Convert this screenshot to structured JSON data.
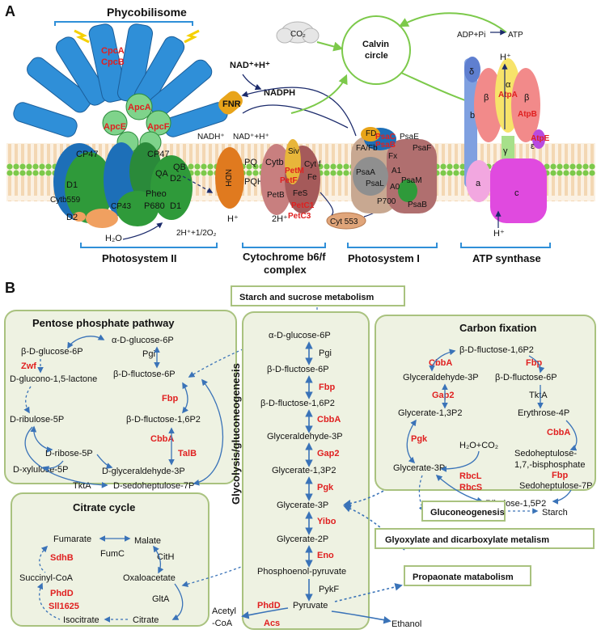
{
  "panel_a": {
    "letter": "A",
    "phycobilisome": "Phycobilisome",
    "cpcA": "CpcA",
    "cpcB": "CpcB",
    "apcA": "ApcA",
    "apcE": "ApcE",
    "apcF": "ApcF",
    "co2": "CO₂",
    "calvin": "Calvin",
    "circle": "circle",
    "adp": "ADP+Pi",
    "atp": "ATP",
    "nadp_h": "NAD⁺+H⁺",
    "fnr": "FNR",
    "nadph": "NADPH",
    "nadh": "NADH⁺",
    "nad_h2": "NAD⁺+H⁺",
    "cp47a": "CP47",
    "cp47b": "CP47",
    "qb": "QB",
    "qa": "QA",
    "d2a": "D2",
    "d1a": "D1",
    "d1b": "D1",
    "d2b": "D2",
    "cytb559": "Cytb559",
    "cp43": "CP43",
    "pheo": "Pheo",
    "p680": "P680",
    "ndh": "NDH",
    "pq": "PQ",
    "pqh2": "PQH2",
    "cytb": "Cytb",
    "siv": "Siv",
    "petm": "PetM",
    "petf": "PetF",
    "cytf": "Cyt f",
    "fe": "Fe",
    "petb": "PetB",
    "fes": "FeS",
    "petc1": "PetC1",
    "petc3": "PetC3",
    "hplus1": "H⁺",
    "twoh": "2H⁺",
    "fd": "FD",
    "psac": "PsaC",
    "psab_red": "PsaB",
    "psae": "PsaE",
    "fafb": "FA/Fb",
    "fx": "Fx",
    "psaf": "PsaF",
    "psaa": "PsaA",
    "psal": "PsaL",
    "a1": "A1",
    "a0": "A0",
    "psam": "PsaM",
    "p700": "P700",
    "psab": "PsaB",
    "cyt553": "Cyt 553",
    "delta": "δ",
    "b_sub": "b",
    "beta1": "β",
    "alpha": "α",
    "beta2": "β",
    "atpa": "AtpA",
    "atpb": "AtpB",
    "atpe": "AtpE",
    "gamma": "γ",
    "epsilon": "ε",
    "a_sub": "a",
    "c_sub": "c",
    "hplus_top": "H⁺",
    "hplus_bot": "H⁺",
    "h2o": "H₂O",
    "water_split": "2H⁺+1/2O₂",
    "label_ps2": "Photosystem II",
    "label_cyt": "Cytochrome b6/f",
    "label_cyt2": "complex",
    "label_ps1": "Photosystem I",
    "label_atp": "ATP synthase"
  },
  "panel_b": {
    "letter": "B",
    "starch_sucrose": "Starch and sucrose metabolism",
    "ppp": {
      "title": "Pentose phosphate pathway",
      "alpha_g6p": "α-D-glucose-6P",
      "beta_g6p": "β-D-glucose-6P",
      "zwf": "Zwf",
      "pgi": "Pgi",
      "gluconolactone": "D-glucono-1,5-lactone",
      "beta_f6p": "β-D-fluctose-6P",
      "fbp": "Fbp",
      "ribulose": "D-ribulose-5P",
      "f16p2": "β-D-fluctose-1,6P2",
      "cbba": "CbbA",
      "ribose": "D-ribose-5P",
      "talb": "TalB",
      "xylulose": "D-xylulose-5P",
      "g3p": "D-glyceraldehyde-3P",
      "tkta": "TktA",
      "sedo": "D-sedoheptulose-7P"
    },
    "glyco": {
      "title": "Glycolysis/gluconeogenesis",
      "n1": "α-D-glucose-6P",
      "e1": "Pgi",
      "n2": "β-D-fluctose-6P",
      "e2": "Fbp",
      "n3": "β-D-fluctose-1,6P2",
      "e3": "CbbA",
      "n4": "Glyceraldehyde-3P",
      "e4": "Gap2",
      "n5": "Glycerate-1,3P2",
      "e5": "Pgk",
      "n6": "Glycerate-3P",
      "e6": "Yibo",
      "n7": "Glycerate-2P",
      "e7": "Eno",
      "n8": "Phosphoenol-pyruvate",
      "e8": "PykF",
      "n9": "Pyruvate",
      "phdd": "PhdD",
      "acs": "Acs",
      "acetyl1": "Acetyl",
      "acetyl2": "-CoA",
      "ethanol": "Ethanol"
    },
    "carbon": {
      "title": "Carbon fixation",
      "f16p2": "β-D-fluctose-1,6P2",
      "cbba1": "CbbA",
      "fbp1": "Fbp",
      "gald3p": "Glyceraldehyde-3P",
      "f6p": "β-D-fluctose-6P",
      "gap2": "Gap2",
      "tkta": "TktA",
      "g13p2": "Glycerate-1,3P2",
      "e4p": "Erythrose-4P",
      "pgk": "Pgk",
      "h2oco2": "H₂O+CO₂",
      "cbba2": "CbbA",
      "sbp1": "Sedoheptulose-",
      "sbp2": "1,7,-bisphosphate",
      "g3p": "Glycerate-3P",
      "rbcl": "RbcL",
      "rbcs": "RbcS",
      "fbp2": "Fbp",
      "s7p": "Sedoheptulose-7P",
      "ru15p2": "Ribulose-1,5P2"
    },
    "gluconeogenesis": "Gluconeogenesis",
    "starch": "Starch",
    "glyoxylate": "Glyoxylate and dicarboxylate metalism",
    "propanoate": "Propaonate matabolism",
    "citrate": {
      "title": "Citrate cycle",
      "fumarate": "Fumarate",
      "malate": "Malate",
      "fumc": "FumC",
      "sdhb": "SdhB",
      "cith": "CitH",
      "succinyl": "Succinyl-CoA",
      "oxaloacetate": "Oxaloacetate",
      "phdd": "PhdD",
      "gita": "GltA",
      "sll": "Sll1625",
      "isocitrate": "Isocitrate",
      "citrate": "Citrate"
    }
  },
  "colors": {
    "panel_fill": "#eef2e2",
    "panel_border": "#a9c27f",
    "arrow_blue": "#3a73b8",
    "enzyme_red": "#e02020",
    "antenna_blue": "#2f8fd8",
    "psii_green": "#2f9a3a",
    "membrane_green": "#7cc94a"
  }
}
